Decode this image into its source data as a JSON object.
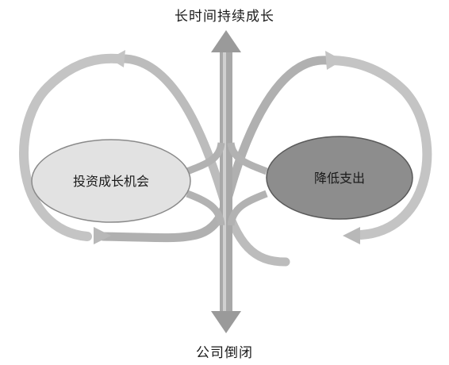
{
  "labels": {
    "top": "长时间持续成长",
    "bottom": "公司倒闭"
  },
  "nodes": {
    "left": {
      "label": "投资成长机会",
      "color": "#e2e2e2"
    },
    "right": {
      "label": "降低支出",
      "color": "#8d8d8d"
    }
  },
  "colors": {
    "arrow": "#b6b6b6",
    "arrow_dark": "#9a9a9a"
  }
}
